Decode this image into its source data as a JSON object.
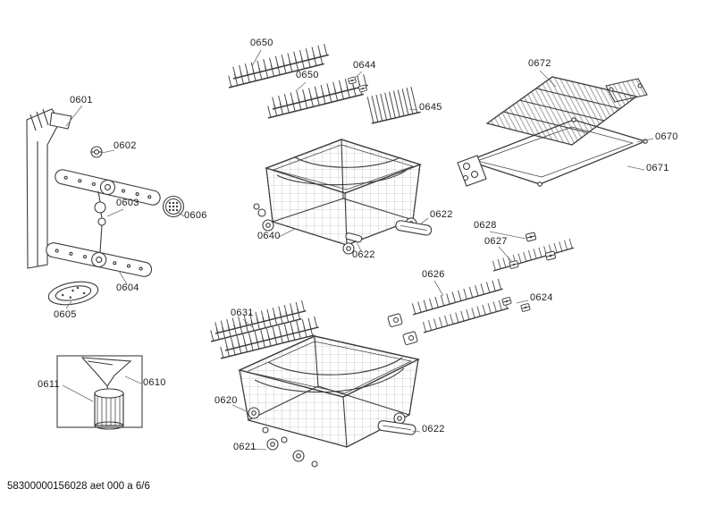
{
  "document": {
    "footer": "58300000156028 aet 000 a 6/6"
  },
  "labels": {
    "l0601": "0601",
    "l0602": "0602",
    "l0603": "0603",
    "l0604": "0604",
    "l0605": "0605",
    "l0606": "0606",
    "l0610": "0610",
    "l0611": "0611",
    "l0620": "0620",
    "l0621": "0621",
    "l0622a": "0622",
    "l0622b": "0622",
    "l0622c": "0622",
    "l0624": "0624",
    "l0626": "0626",
    "l0627": "0627",
    "l0628": "0628",
    "l0631": "0631",
    "l0640": "0640",
    "l0644": "0644",
    "l0645": "0645",
    "l0650a": "0650",
    "l0650b": "0650",
    "l0670": "0670",
    "l0671": "0671",
    "l0672": "0672"
  }
}
